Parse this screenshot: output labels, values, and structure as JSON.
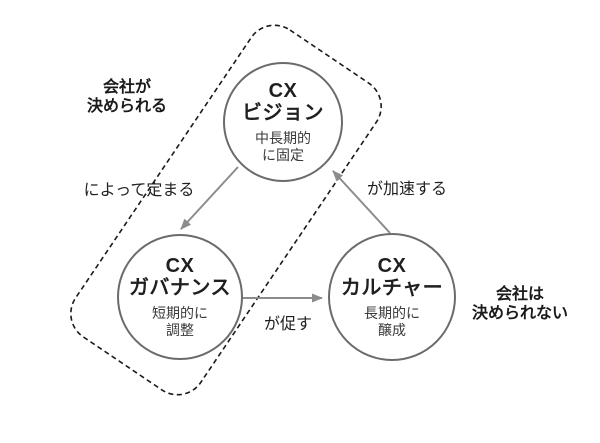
{
  "diagram": {
    "nodes": [
      {
        "id": "cx-vision",
        "title_line1": "CX",
        "title_line2": "ビジョン",
        "subtitle_line1": "中長期的",
        "subtitle_line2": "に固定"
      },
      {
        "id": "cx-governance",
        "title_line1": "CX",
        "title_line2": "ガバナンス",
        "subtitle_line1": "短期的に",
        "subtitle_line2": "調整"
      },
      {
        "id": "cx-culture",
        "title_line1": "CX",
        "title_line2": "カルチャー",
        "subtitle_line1": "長期的に",
        "subtitle_line2": "醸成"
      }
    ],
    "edges": [
      {
        "from": "cx-vision",
        "to": "cx-governance",
        "label": "によって定まる"
      },
      {
        "from": "cx-governance",
        "to": "cx-culture",
        "label": "が促す"
      },
      {
        "from": "cx-culture",
        "to": "cx-vision",
        "label": "が加速する"
      }
    ],
    "annotations": [
      {
        "id": "inside-dashed-region",
        "line1": "会社が",
        "line2": "決められる"
      },
      {
        "id": "outside-dashed-region",
        "line1": "会社は",
        "line2": "決められない"
      }
    ],
    "colors": {
      "background": "#ffffff",
      "circle_border": "#6b6b6b",
      "arrow": "#8c8c8c",
      "dashed_region_border": "#1a1a1a",
      "title_text": "#1f1f1f",
      "subtitle_text": "#3a3a3a"
    }
  }
}
